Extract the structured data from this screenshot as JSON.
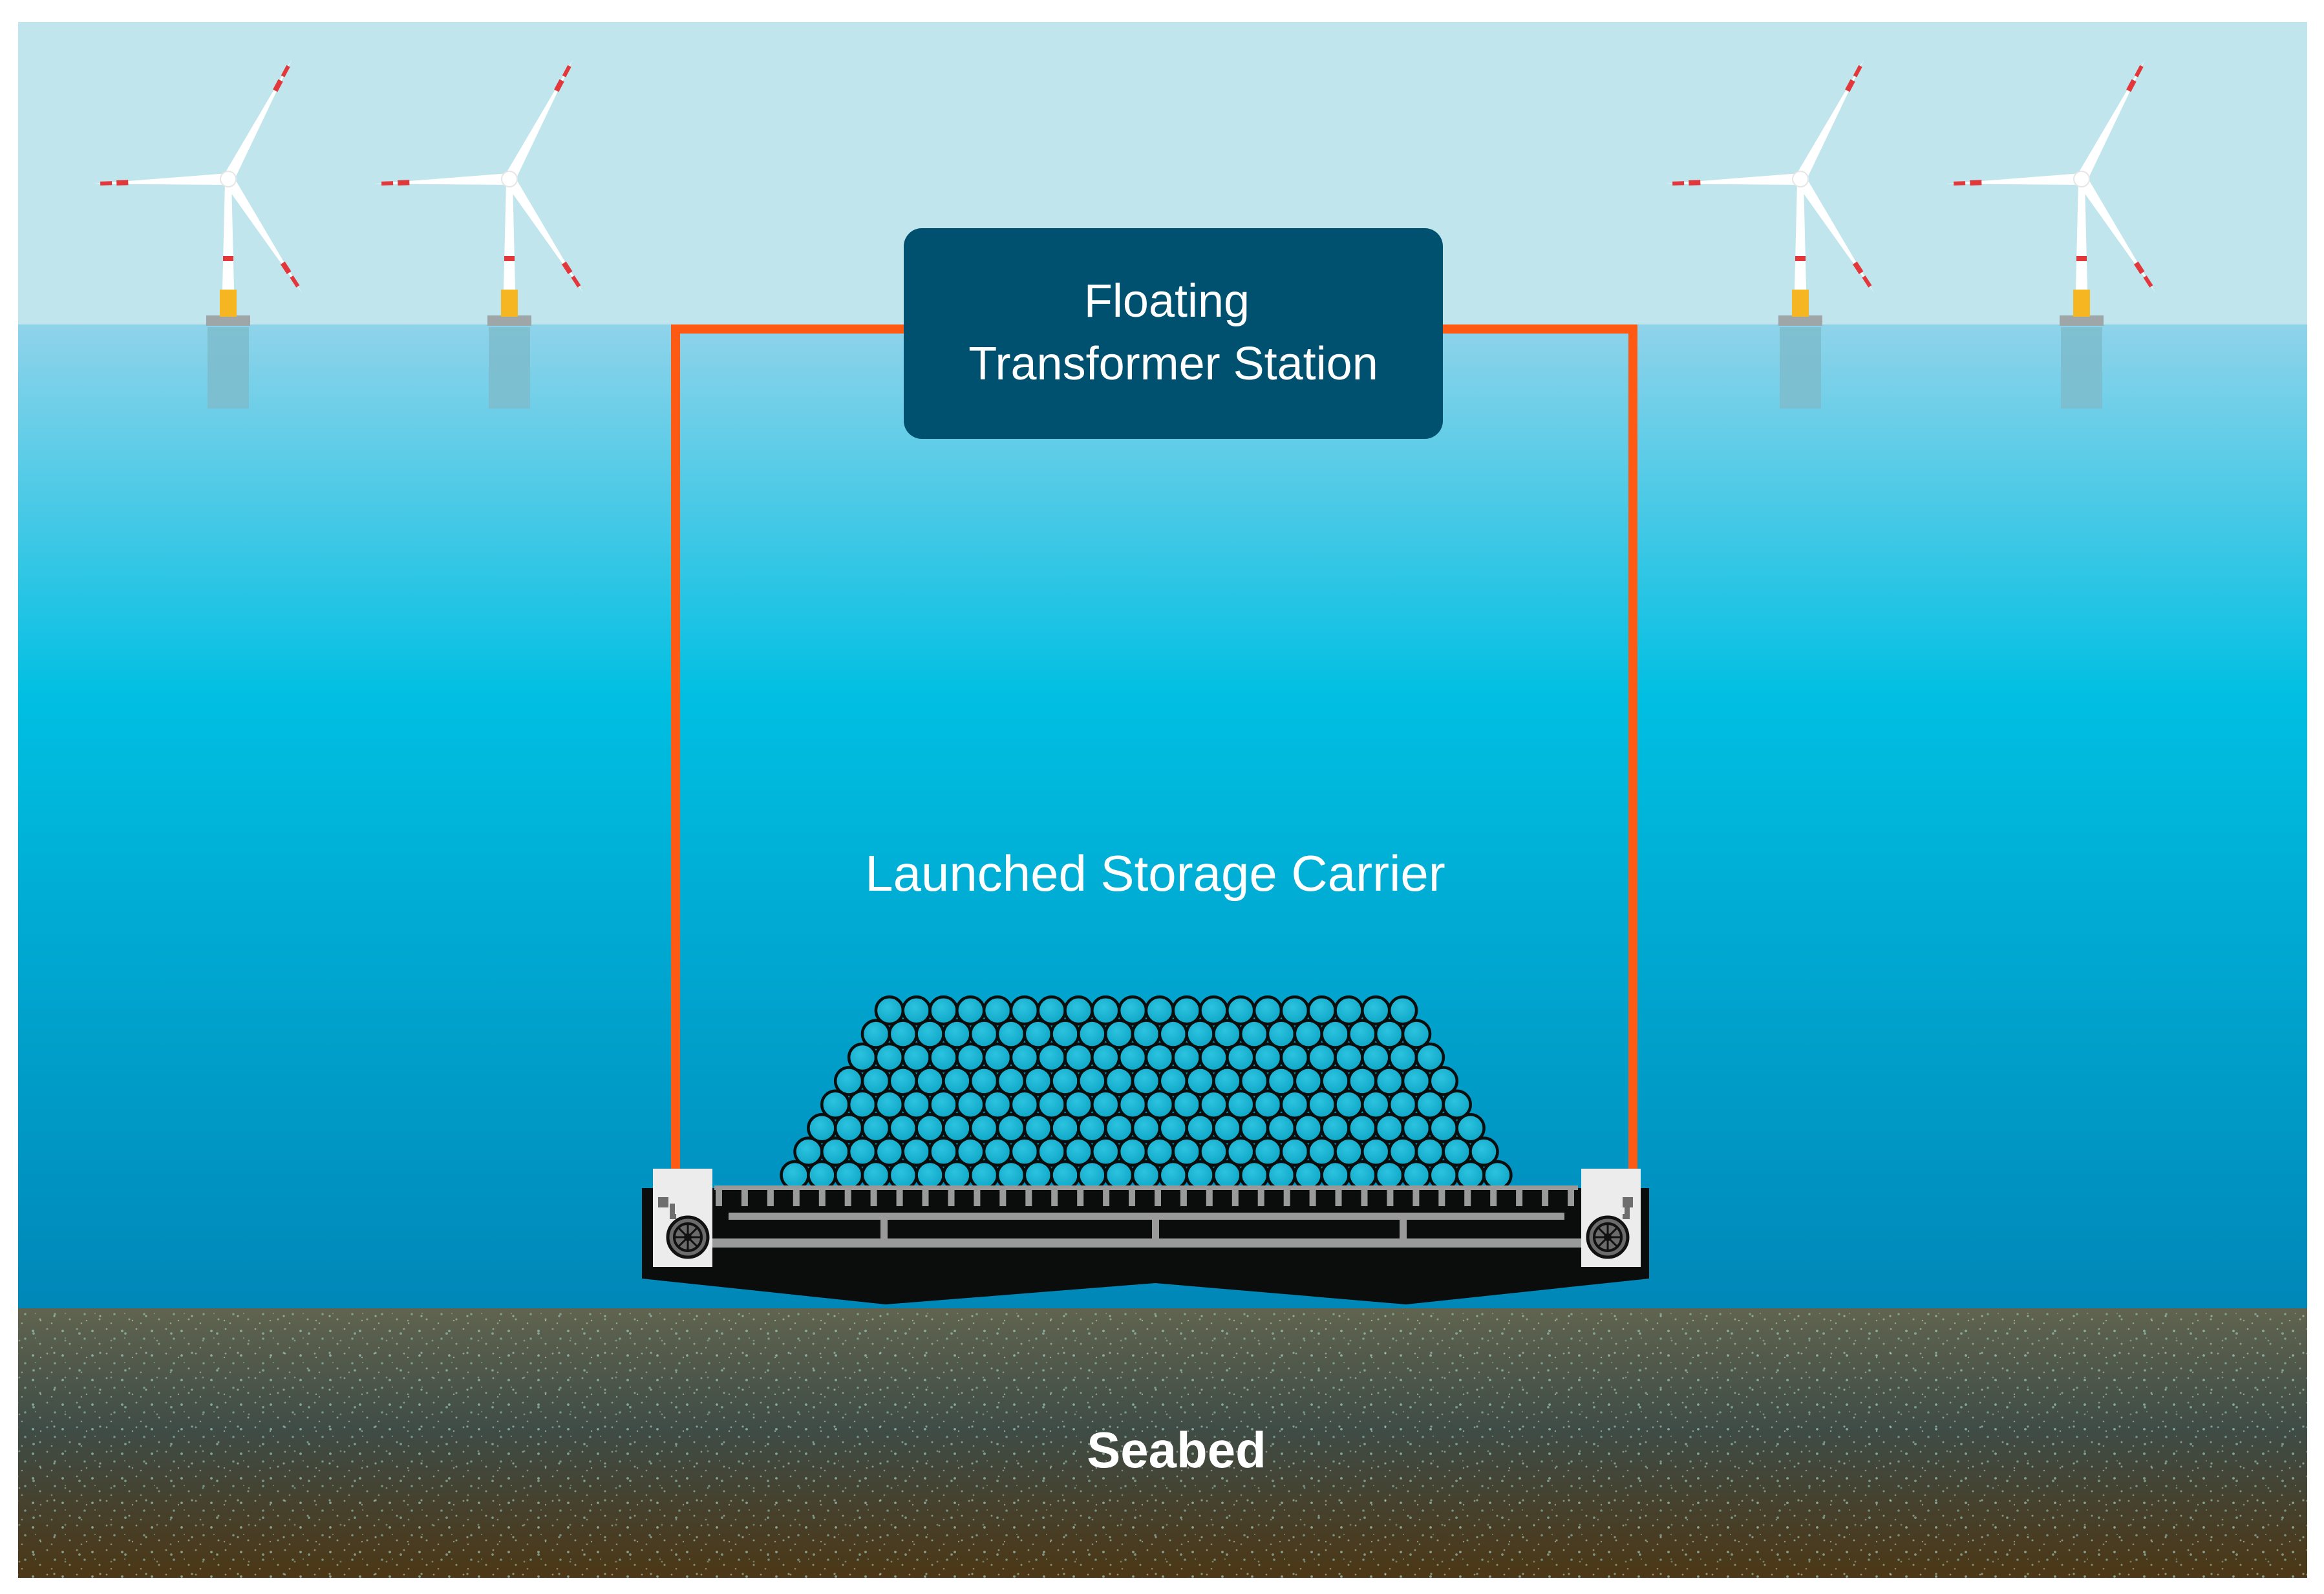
{
  "labels": {
    "station_line1": "Floating",
    "station_line2": "Transformer Station",
    "carrier": "Launched Storage Carrier",
    "seabed": "Seabed"
  },
  "colors": {
    "sky": "#c0e5ec",
    "water_top": "#8fd2ea",
    "water_mid": "#00b8de",
    "water_bottom": "#0089ba",
    "station_box": "#005170",
    "cable": "#ff5a14",
    "carrier_body": "#0a0d0c",
    "carrier_frame": "#9a9a9a",
    "sphere": "#18b2d0",
    "turbine_marking": "#e2373b",
    "turbine_platform": "#f6b621",
    "seabed_top": "#5e624f",
    "seabed_bottom": "#4c3716"
  },
  "icons": {
    "turbine": "wind-turbine-icon",
    "winch": "cable-winch-icon"
  },
  "sphere_rows": 8
}
